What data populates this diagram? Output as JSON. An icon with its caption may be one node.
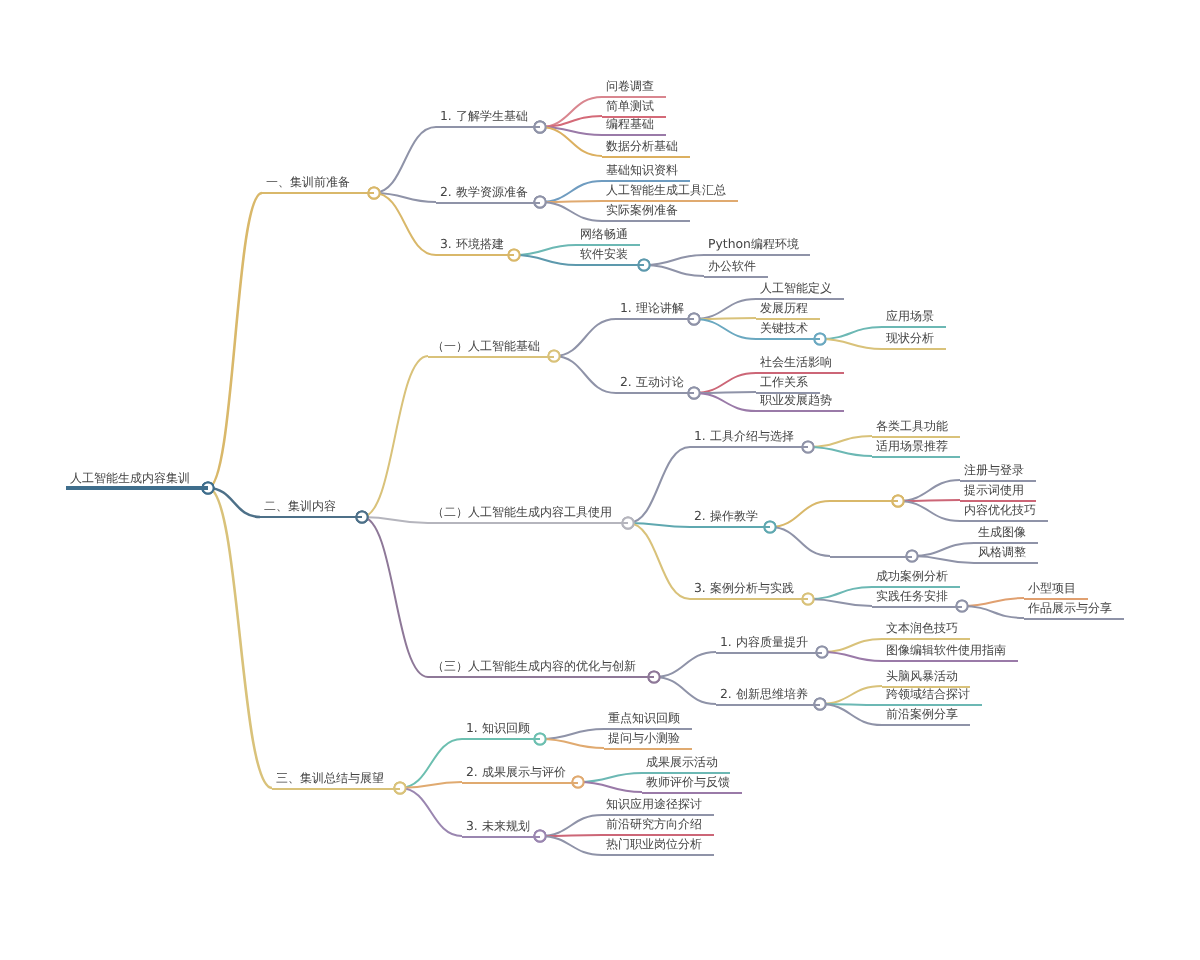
{
  "diagram": {
    "nodes": [
      {
        "text": [
          "人工智能生成内容集训"
        ]
      },
      {
        "text": [
          "一、集训前准备"
        ]
      },
      {
        "text": [
          "1. 了解学生基础"
        ]
      },
      {
        "text": [
          "问卷调查"
        ]
      },
      {
        "text": [
          "简单测试"
        ]
      },
      {
        "text": [
          "编程基础"
        ]
      },
      {
        "text": [
          "数据分析基础"
        ]
      },
      {
        "text": [
          "2. 教学资源准备"
        ]
      },
      {
        "text": [
          "基础知识资料"
        ]
      },
      {
        "text": [
          "人工智能生成工具汇总"
        ]
      },
      {
        "text": [
          "实际案例准备"
        ]
      },
      {
        "text": [
          "3. 环境搭建"
        ]
      },
      {
        "text": [
          "网络畅通"
        ]
      },
      {
        "text": [
          "软件安装"
        ]
      },
      {
        "text": [
          "Python编程环境"
        ]
      },
      {
        "text": [
          "办公软件"
        ]
      },
      {
        "text": [
          "二、集训内容"
        ]
      },
      {
        "text": [
          "（一）人工智能基础"
        ]
      },
      {
        "text": [
          "1. 理论讲解"
        ]
      },
      {
        "text": [
          "人工智能定义"
        ]
      },
      {
        "text": [
          "发展历程"
        ]
      },
      {
        "text": [
          "关键技术"
        ]
      },
      {
        "text": [
          "应用场景"
        ]
      },
      {
        "text": [
          "现状分析"
        ]
      },
      {
        "text": [
          "2. 互动讨论"
        ]
      },
      {
        "text": [
          "社会生活影响"
        ]
      },
      {
        "text": [
          "工作关系"
        ]
      },
      {
        "text": [
          "职业发展趋势"
        ]
      },
      {
        "text": [
          "（二）人工智能生成内容工具使用"
        ]
      },
      {
        "text": [
          "1. 工具介绍与选择"
        ]
      },
      {
        "text": [
          "各类工具功能"
        ]
      },
      {
        "text": [
          "适用场景推荐"
        ]
      },
      {
        "text": [
          "2. 操作教学"
        ]
      },
      {
        "text": [],
        "shape": "line"
      },
      {
        "text": [
          "注册与登录"
        ]
      },
      {
        "text": [
          "提示词使用"
        ]
      },
      {
        "text": [
          "内容优化技巧"
        ]
      },
      {
        "text": [],
        "shape": "line"
      },
      {
        "text": [
          "生成图像"
        ]
      },
      {
        "text": [
          "风格调整"
        ]
      },
      {
        "text": [
          "3. 案例分析与实践"
        ]
      },
      {
        "text": [
          "成功案例分析"
        ]
      },
      {
        "text": [
          "实践任务安排"
        ]
      },
      {
        "text": [
          "小型项目"
        ]
      },
      {
        "text": [
          "作品展示与分享"
        ]
      },
      {
        "text": [
          "（三）人工智能生成内容的优化与创新"
        ]
      },
      {
        "text": [
          "1. 内容质量提升"
        ]
      },
      {
        "text": [
          "文本润色技巧"
        ]
      },
      {
        "text": [
          "图像编辑软件使用指南"
        ]
      },
      {
        "text": [
          "2. 创新思维培养"
        ]
      },
      {
        "text": [
          "头脑风暴活动"
        ]
      },
      {
        "text": [
          "跨领域结合探讨"
        ]
      },
      {
        "text": [
          "前沿案例分享"
        ]
      },
      {
        "text": [
          "三、集训总结与展望"
        ]
      },
      {
        "text": [
          "1. 知识回顾"
        ]
      },
      {
        "text": [
          "重点知识回顾"
        ]
      },
      {
        "text": [
          "提问与小测验"
        ]
      },
      {
        "text": [
          "2. 成果展示与评价"
        ]
      },
      {
        "text": [
          "成果展示活动"
        ]
      },
      {
        "text": [
          "教师评价与反馈"
        ]
      },
      {
        "text": [
          "3. 未来规划"
        ]
      },
      {
        "text": [
          "知识应用途径探讨"
        ]
      },
      {
        "text": [
          "前沿研究方向介绍"
        ]
      },
      {
        "text": [
          "热门职业岗位分析"
        ]
      }
    ],
    "edges": [
      {
        "from": 0,
        "to": 1,
        "arrow": "other",
        "color": "#d9b86a"
      },
      {
        "from": 0,
        "to": 16,
        "arrow": "other",
        "color": "#4d7088"
      },
      {
        "from": 0,
        "to": 53,
        "arrow": "other",
        "color": "#d9c27a"
      },
      {
        "from": 1,
        "to": 2,
        "arrow": "other"
      },
      {
        "from": 1,
        "to": 7,
        "arrow": "other"
      },
      {
        "from": 1,
        "to": 11,
        "arrow": "other",
        "color": "#d9b86a"
      },
      {
        "from": 2,
        "to": 3,
        "arrow": "other",
        "color": "#d9868f"
      },
      {
        "from": 2,
        "to": 4,
        "arrow": "other",
        "color": "#d46a78"
      },
      {
        "from": 2,
        "to": 5,
        "arrow": "other",
        "color": "#9a7aa8"
      },
      {
        "from": 2,
        "to": 6,
        "arrow": "other",
        "color": "#dcb060"
      },
      {
        "from": 7,
        "to": 8,
        "arrow": "other",
        "color": "#6f9cc0"
      },
      {
        "from": 7,
        "to": 9,
        "arrow": "other",
        "color": "#e0aa70"
      },
      {
        "from": 7,
        "to": 10,
        "arrow": "other"
      },
      {
        "from": 11,
        "to": 12,
        "arrow": "other",
        "color": "#6cb8b4"
      },
      {
        "from": 11,
        "to": 13,
        "arrow": "other",
        "color": "#5d99ad"
      },
      {
        "from": 13,
        "to": 14,
        "arrow": "other"
      },
      {
        "from": 13,
        "to": 15,
        "arrow": "other"
      },
      {
        "from": 16,
        "to": 17,
        "arrow": "other",
        "color": "#d9c27a"
      },
      {
        "from": 16,
        "to": 28,
        "arrow": "other",
        "color": "#b5b5bd"
      },
      {
        "from": 16,
        "to": 45,
        "arrow": "other",
        "color": "#8e7898"
      },
      {
        "from": 17,
        "to": 18,
        "arrow": "other"
      },
      {
        "from": 17,
        "to": 24,
        "arrow": "other"
      },
      {
        "from": 18,
        "to": 19,
        "arrow": "other"
      },
      {
        "from": 18,
        "to": 20,
        "arrow": "other",
        "color": "#d9c27a"
      },
      {
        "from": 18,
        "to": 21,
        "arrow": "other",
        "color": "#6aa8c0"
      },
      {
        "from": 21,
        "to": 22,
        "arrow": "other",
        "color": "#6cb8b4"
      },
      {
        "from": 21,
        "to": 23,
        "arrow": "other",
        "color": "#d9c27a"
      },
      {
        "from": 24,
        "to": 25,
        "arrow": "other",
        "color": "#cc6677"
      },
      {
        "from": 24,
        "to": 26,
        "arrow": "other"
      },
      {
        "from": 24,
        "to": 27,
        "arrow": "other",
        "color": "#9a7aa8"
      },
      {
        "from": 28,
        "to": 29,
        "arrow": "other"
      },
      {
        "from": 28,
        "to": 32,
        "arrow": "other",
        "color": "#5fa8b0"
      },
      {
        "from": 28,
        "to": 40,
        "arrow": "other",
        "color": "#d9c27a"
      },
      {
        "from": 29,
        "to": 30,
        "arrow": "other",
        "color": "#d9c27a"
      },
      {
        "from": 29,
        "to": 31,
        "arrow": "other",
        "color": "#6cb8b4"
      },
      {
        "from": 32,
        "to": 33,
        "arrow": "other",
        "color": "#d9b86a"
      },
      {
        "from": 32,
        "to": 37,
        "arrow": "other"
      },
      {
        "from": 33,
        "to": 34,
        "arrow": "other"
      },
      {
        "from": 33,
        "to": 35,
        "arrow": "other",
        "color": "#cc6677"
      },
      {
        "from": 33,
        "to": 36,
        "arrow": "other"
      },
      {
        "from": 37,
        "to": 38,
        "arrow": "other"
      },
      {
        "from": 37,
        "to": 39,
        "arrow": "other"
      },
      {
        "from": 40,
        "to": 41,
        "arrow": "other",
        "color": "#6cb8b4"
      },
      {
        "from": 40,
        "to": 42,
        "arrow": "other"
      },
      {
        "from": 42,
        "to": 43,
        "arrow": "other",
        "color": "#e0a070"
      },
      {
        "from": 42,
        "to": 44,
        "arrow": "other"
      },
      {
        "from": 45,
        "to": 46,
        "arrow": "other"
      },
      {
        "from": 45,
        "to": 49,
        "arrow": "other"
      },
      {
        "from": 46,
        "to": 47,
        "arrow": "other",
        "color": "#d9c27a"
      },
      {
        "from": 46,
        "to": 48,
        "arrow": "other",
        "color": "#9a7aa8"
      },
      {
        "from": 49,
        "to": 50,
        "arrow": "other",
        "color": "#d9c27a"
      },
      {
        "from": 49,
        "to": 51,
        "arrow": "other",
        "color": "#6cb8b4"
      },
      {
        "from": 49,
        "to": 52,
        "arrow": "other"
      },
      {
        "from": 53,
        "to": 54,
        "arrow": "other",
        "color": "#6cbfb0"
      },
      {
        "from": 53,
        "to": 57,
        "arrow": "other",
        "color": "#e0aa70"
      },
      {
        "from": 53,
        "to": 60,
        "arrow": "other",
        "color": "#9a86b0"
      },
      {
        "from": 54,
        "to": 55,
        "arrow": "other"
      },
      {
        "from": 54,
        "to": 56,
        "arrow": "other",
        "color": "#e0aa70"
      },
      {
        "from": 57,
        "to": 58,
        "arrow": "other",
        "color": "#6cb8b4"
      },
      {
        "from": 57,
        "to": 59,
        "arrow": "other",
        "color": "#9a7aa8"
      },
      {
        "from": 60,
        "to": 61,
        "arrow": "other"
      },
      {
        "from": 60,
        "to": 62,
        "arrow": "other",
        "color": "#cc6677"
      },
      {
        "from": 60,
        "to": 63,
        "arrow": "other"
      }
    ]
  }
}
